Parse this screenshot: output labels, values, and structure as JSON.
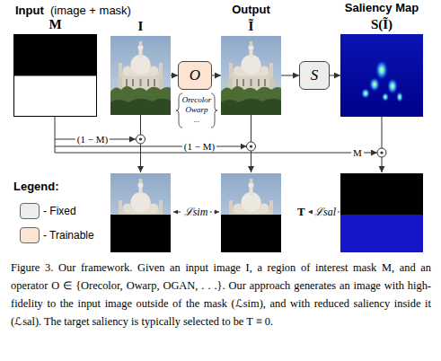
{
  "diagram": {
    "caption": "Figure 3. Our framework. Given an input image I, a region of interest mask M, and an operator O ∈ {Orecolor, Owarp, OGAN, . . .}. Our approach generates an image with high-fidelity to the input image outside of the mask (ℒsim), and with reduced saliency inside it (ℒsal). The target saliency is typically selected to be T ≡ 0.",
    "nodes": [
      {
        "text": [
          "M"
        ]
      },
      {
        "text": [
          "I"
        ]
      },
      {
        "text": [
          "O"
        ]
      },
      {
        "text": [
          "Output",
          "Ĩ"
        ]
      },
      {
        "text": [
          "S"
        ]
      },
      {
        "text": [
          "Saliency Map",
          "S(Ĩ)"
        ]
      }
    ],
    "edges": [
      {
        "from": 1,
        "to": 2,
        "arrow": "to"
      },
      {
        "from": 2,
        "to": 3,
        "arrow": "to"
      },
      {
        "from": 3,
        "to": 4,
        "arrow": "to"
      },
      {
        "from": 4,
        "to": 5,
        "arrow": "to"
      }
    ],
    "labels": [
      "Input",
      "(image + mask)",
      "Orecolor",
      "Owarp",
      "...",
      "(1 − M)",
      "(1 − M)",
      "M",
      "Legend:",
      "ℒsim",
      "T",
      "ℒsal"
    ],
    "legend": [
      {
        "text": "- Fixed",
        "color": "#eceeec"
      },
      {
        "text": "- Trainable",
        "color": "#fce3d2"
      }
    ]
  }
}
